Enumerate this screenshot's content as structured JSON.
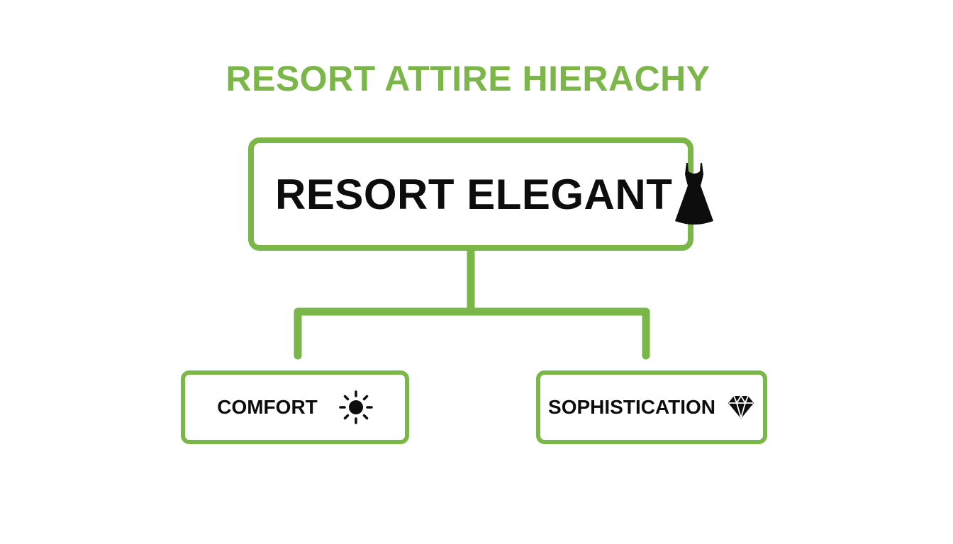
{
  "diagram": {
    "title": "RESORT ATTIRE HIERACHY",
    "root": {
      "label": "RESORT ELEGANT",
      "icon": "dress-icon"
    },
    "children": [
      {
        "label": "COMFORT",
        "icon": "sun-icon"
      },
      {
        "label": "SOPHISTICATION",
        "icon": "diamond-icon"
      }
    ]
  },
  "colors": {
    "accent": "#7ab648",
    "text": "#0d0d0d",
    "background": "#ffffff"
  }
}
